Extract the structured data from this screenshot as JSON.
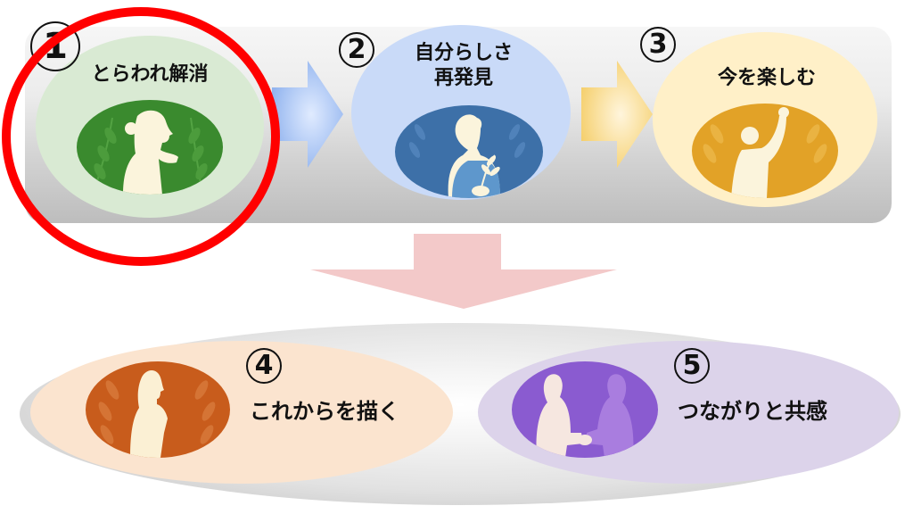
{
  "diagram": {
    "type": "process-flow",
    "highlighted_step": 1,
    "highlight_color": "#ff0000",
    "steps": [
      {
        "number": "1",
        "label": "とらわれ解消",
        "oval_color": "#d9ead3",
        "scene_color": "#3a8a2e",
        "figure": "woman-thinking"
      },
      {
        "number": "2",
        "label_line1": "自分らしさ",
        "label_line2": "再発見",
        "oval_color": "#c9daf8",
        "scene_color": "#3d70a8",
        "figure": "woman-holding-plant"
      },
      {
        "number": "3",
        "label": "今を楽しむ",
        "oval_color": "#fff0c8",
        "scene_color": "#e2a227",
        "figure": "man-raising-fist"
      },
      {
        "number": "4",
        "label": "これからを描く",
        "oval_color": "#fbe4cf",
        "scene_color": "#c85c1c",
        "figure": "man-thinking"
      },
      {
        "number": "5",
        "label": "つながりと共感",
        "oval_color": "#dcd3ea",
        "scene_color": "#8a5bd0",
        "figure": "handshake"
      }
    ],
    "arrows": [
      {
        "from": "1",
        "to": "2",
        "color": "#a9c4f0",
        "direction": "right"
      },
      {
        "from": "2",
        "to": "3",
        "color": "#f7d57a",
        "direction": "right"
      },
      {
        "from": "top-row",
        "to": "bottom-row",
        "color": "#f3c9c9",
        "direction": "down"
      }
    ]
  }
}
